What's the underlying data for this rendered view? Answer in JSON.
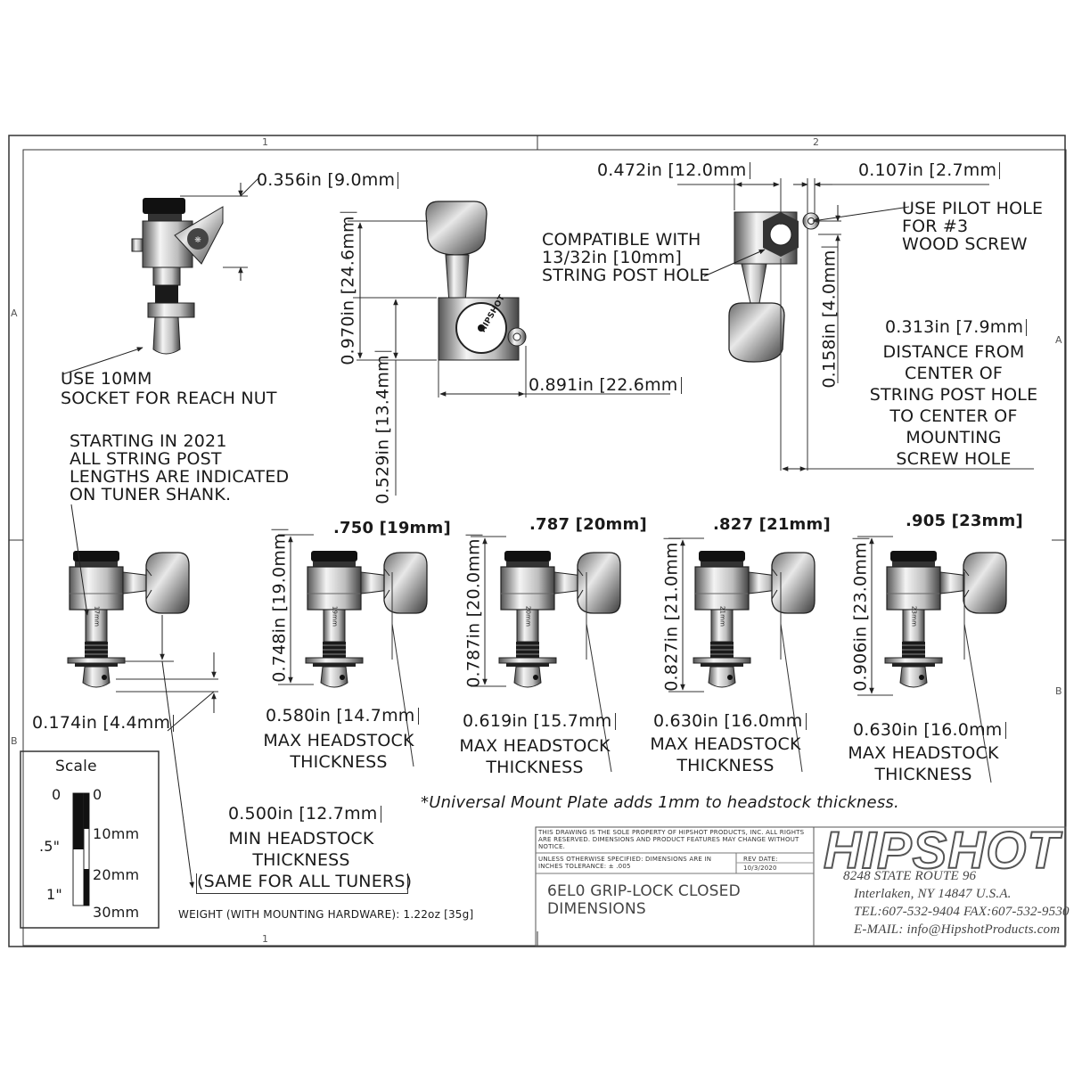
{
  "zones": {
    "top_1": "1",
    "top_2": "2",
    "left_A": "A",
    "left_B": "B",
    "right_A": "A",
    "right_B": "B",
    "bottom_1": "1"
  },
  "dims": {
    "reach_nut_height": "0.356in [9.0mm",
    "button_height": "0.970in [24.6mm",
    "post_to_plate": "0.529in [13.4mm",
    "overall_width": "0.891in [22.6mm",
    "pilot_hole_offset": "0.472in [12.0mm",
    "pilot_hole_dia": "0.107in [2.7mm",
    "pilot_hole_vertical": "0.158in [4.0mm",
    "screw_distance": "0.313in [7.9mm",
    "washer_thickness": "0.174in [4.4mm",
    "min_headstock": "0.500in [12.7mm"
  },
  "notes": {
    "reach_nut": [
      "USE 10MM",
      "SOCKET FOR REACH NUT"
    ],
    "compatible": [
      "COMPATIBLE WITH",
      "13/32in [10mm]",
      "STRING POST HOLE"
    ],
    "pilot": [
      "USE PILOT HOLE",
      "FOR #3",
      "WOOD SCREW"
    ],
    "distance": [
      "DISTANCE FROM",
      "CENTER OF",
      "STRING POST HOLE",
      "TO CENTER OF",
      "MOUNTING",
      "SCREW HOLE"
    ],
    "starting": [
      "STARTING IN 2021",
      "ALL STRING POST",
      "LENGTHS ARE INDICATED",
      "ON TUNER SHANK."
    ],
    "min_headstock": [
      "MIN HEADSTOCK",
      "THICKNESS",
      "(SAME FOR ALL TUNERS)"
    ],
    "universal": "*Universal Mount Plate adds 1mm to headstock thickness.",
    "weight": "WEIGHT (WITH MOUNTING HARDWARE): 1.22oz [35g]"
  },
  "tuners": [
    {
      "title": ".750 [19mm]",
      "post": "0.748in [19.0mm",
      "max": "0.580in [14.7mm",
      "label": [
        "MAX HEADSTOCK",
        "THICKNESS"
      ],
      "shank": "19mm"
    },
    {
      "title": ".787 [20mm]",
      "post": "0.787in [20.0mm",
      "max": "0.619in [15.7mm",
      "label": [
        "MAX HEADSTOCK",
        "THICKNESS"
      ],
      "shank": "20mm"
    },
    {
      "title": ".827 [21mm]",
      "post": "0.827in [21.0mm",
      "max": "0.630in [16.0mm",
      "label": [
        "MAX HEADSTOCK",
        "THICKNESS"
      ],
      "shank": "21mm"
    },
    {
      "title": ".905 [23mm]",
      "post": "0.906in [23.0mm",
      "max": "0.630in [16.0mm",
      "label": [
        "MAX HEADSTOCK",
        "THICKNESS"
      ],
      "shank": "23mm"
    }
  ],
  "first_tuner_shank": "17mm",
  "scale": {
    "title": "Scale",
    "in_0": "0",
    "in_half": ".5\"",
    "in_1": "1\"",
    "mm_0": "0",
    "mm_10": "10mm",
    "mm_20": "20mm",
    "mm_30": "30mm"
  },
  "title_block": {
    "notice": "THIS DRAWING IS THE SOLE PROPERTY OF HIPSHOT PRODUCTS, INC. ALL RIGHTS ARE RESERVED. DIMENSIONS AND PRODUCT FEATURES MAY CHANGE WITHOUT NOTICE.",
    "tolerance": "UNLESS OTHERWISE SPECIFIED: DIMENSIONS ARE IN INCHES TOLERANCE: ± .005",
    "rev_label": "REV DATE:",
    "rev_date": "10/3/2020",
    "title_line1": "6EL0 GRIP-LOCK CLOSED",
    "title_line2": "DIMENSIONS",
    "logo": "HIPSHOT",
    "address1": "8248 STATE ROUTE 96",
    "address2": "Interlaken, NY 14847 U.S.A.",
    "phone": "TEL:607-532-9404 FAX:607-532-9530",
    "email": "E-MAIL: info@HipshotProducts.com"
  },
  "knob_text": "HIPSHOT"
}
